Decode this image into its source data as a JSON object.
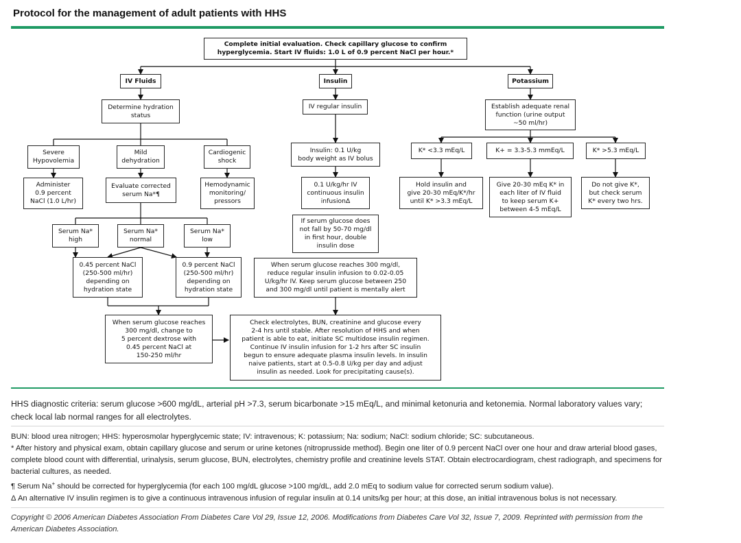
{
  "title": "Protocol for the management of adult patients with HHS",
  "flow": {
    "start": "Complete initial evaluation. Check capillary glucose to confirm\nhyperglycemia. Start IV fluids: 1.0 L of 0.9 percent NaCl per hour.*",
    "iv_fluids": "IV Fluids",
    "insulin": "Insulin",
    "potassium": "Potassium",
    "determine_hydration": "Determine hydration\nstatus",
    "severe_hypovolemia": "Severe\nHypovolemia",
    "mild_dehydration": "Mild\ndehydration",
    "cardiogenic_shock": "Cardiogenic\nshock",
    "administer_nacl": "Administer\n0.9 percent\nNaCl (1.0 L/hr)",
    "evaluate_sodium": "Evaluate corrected\nserum Na*¶",
    "hemodynamic": "Hemodynamic\nmonitoring/\npressors",
    "na_high": "Serum Na*\nhigh",
    "na_normal": "Serum Na*\nnormal",
    "na_low": "Serum Na*\nlow",
    "nacl_045": "0.45 percent NaCl\n(250-500 ml/hr)\ndepending on\nhydration state",
    "nacl_09": "0.9 percent NaCl\n(250-500 ml/hr)\ndepending on\nhydration state",
    "dextrose": "When serum glucose reaches\n300 mg/dl, change to\n5 percent dextrose with\n0.45 percent NaCl at\n150-250 ml/hr",
    "iv_regular_insulin": "IV regular insulin",
    "insulin_bolus": "Insulin: 0.1 U/kg\nbody weight as IV bolus",
    "insulin_infusion": "0.1 U/kg/hr IV\ncontinuous insulin\ninfusionΔ",
    "double_dose": "If serum glucose does\nnot fall by 50-70 mg/dl\nin first hour, double\ninsulin dose",
    "reduce_insulin": "When serum glucose reaches 300 mg/dl,\nreduce regular insulin infusion to 0.02-0.05\nU/kg/hr IV. Keep serum glucose between 250\nand 300 mg/dl until patient is mentally alert",
    "check_electrolytes": "Check electrolytes, BUN, creatinine and glucose every\n2-4 hrs until stable. After resolution of HHS and when\npatient is able to eat, initiate SC multidose insulin regimen.\nContinue IV insulin infusion for 1-2 hrs after SC insulin\nbegun to ensure adequate plasma insulin levels. In insulin\nnaive patients, start at 0.5-0.8 U/kg per day and adjust\ninsulin as needed. Look for precipitating cause(s).",
    "renal_function": "Establish adequate renal\nfunction (urine output\n~50 ml/hr)",
    "k_low": "K* <3.3 mEq/L",
    "k_mid": "K+ = 3.3-5.3 mmEq/L",
    "k_high": "K* >5.3 mEq/L",
    "hold_insulin": "Hold insulin and\ngive 20-30 mEq/K*/hr\nuntil K* >3.3 mEq/L",
    "give_k": "Give 20-30 mEq K* in\neach liter of IV fluid\nto keep serum K+\nbetween 4-5 mEq/L",
    "no_k": "Do not give K*,\nbut check serum\nK* every two hrs."
  },
  "notes": {
    "criteria": "HHS diagnostic criteria: serum glucose >600 mg/dL, arterial pH >7.3, serum bicarbonate >15 mEq/L, and minimal ketonuria and ketonemia. Normal laboratory values vary; check local lab normal ranges for all electrolytes.",
    "abbreviations": "BUN: blood urea nitrogen; HHS: hyperosmolar hyperglycemic state; IV: intravenous; K: potassium; Na: sodium; NaCl: sodium chloride; SC: subcutaneous.",
    "asterisk": "* After history and physical exam, obtain capillary glucose and serum or urine ketones (nitroprusside method). Begin one liter of 0.9 percent NaCl over one hour and draw arterial blood gases, complete blood count with differential, urinalysis, serum glucose, BUN, electrolytes, chemistry profile and creatinine levels STAT. Obtain electrocardiogram, chest radiograph, and specimens for bacterial cultures, as needed.",
    "pilcrow_prefix": "¶ Serum Na",
    "pilcrow_sup": "+",
    "pilcrow_rest": " should be corrected for hyperglycemia (for each 100 mg/dL glucose >100 mg/dL, add 2.0 mEq to sodium value for corrected serum sodium value).",
    "delta": "Δ An alternative IV insulin regimen is to give a continuous intravenous infusion of regular insulin at 0.14 units/kg per hour; at this dose, an initial intravenous bolus is not necessary.",
    "copyright": "Copyright © 2006 American Diabetes Association From Diabetes Care Vol 29, Issue 12, 2006. Modifications from Diabetes Care Vol 32, Issue 7, 2009. Reprinted with permission from the American Diabetes Association."
  }
}
